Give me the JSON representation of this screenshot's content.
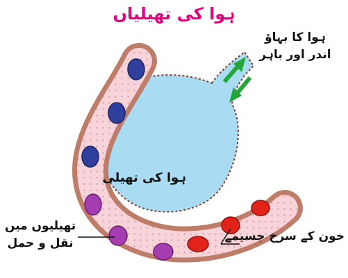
{
  "title": "ہوا کی تھیلیاں",
  "labels": {
    "air_flow_line1": "ہوا کا بہاؤ",
    "air_flow_line2": "اندر اور باہر",
    "air_sac": "ہوا کی تھیلی",
    "transport_line1": "تھیلیوں میں",
    "transport_line2": "نقل و حمل",
    "red_blood_cells": "خون کے سرخ جسیمے"
  },
  "colors": {
    "title": "#e6007e",
    "air_sac_fill": "#a9dcf3",
    "vessel_wall": "#d4937d",
    "vessel_lumen": "#f9d3da",
    "cell_blue": "#2f3f9e",
    "cell_purple": "#a53db0",
    "cell_red": "#e2231a",
    "arrow_green": "#22a73a"
  },
  "icons": [
    "arrow-in-icon",
    "arrow-out-icon"
  ]
}
